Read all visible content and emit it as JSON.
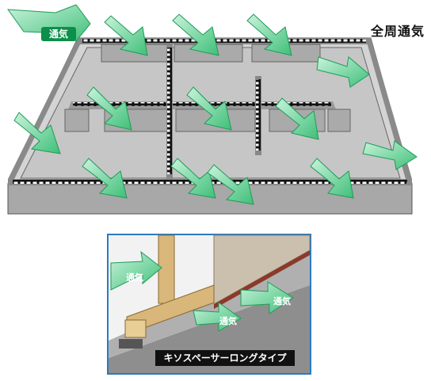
{
  "title": "全周通気",
  "top_arrow_label": "通気",
  "detail": {
    "label_left": "通気",
    "label_right": "通気",
    "label_center": "通気",
    "caption": "キソスペーサーロングタイプ"
  },
  "colors": {
    "arrow": "#6fcf97",
    "arrow_dark": "#0b8f4a",
    "concrete": "#c8c8c8",
    "wall": "#9a9a9a",
    "frame_border": "#2a7bbf",
    "wood": "#d9b77b"
  }
}
